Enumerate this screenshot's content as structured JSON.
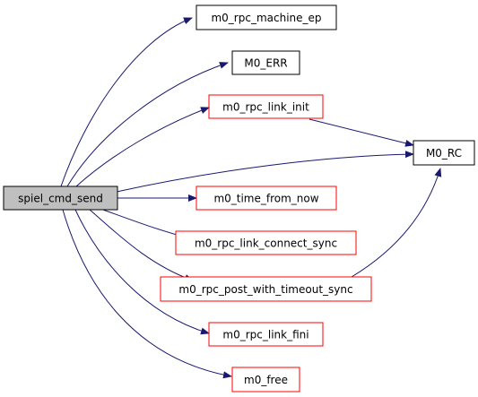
{
  "graph": {
    "colors": {
      "edge": "#191970",
      "root_fill": "#bfbfbf",
      "black_border": "#000000",
      "red_border": "#ff0000",
      "node_fill": "#ffffff"
    },
    "nodes": {
      "spiel_cmd_send": {
        "label": "spiel_cmd_send",
        "style": "root"
      },
      "m0_rpc_machine_ep": {
        "label": "m0_rpc_machine_ep",
        "style": "black"
      },
      "M0_ERR": {
        "label": "M0_ERR",
        "style": "black"
      },
      "m0_rpc_link_init": {
        "label": "m0_rpc_link_init",
        "style": "red"
      },
      "M0_RC": {
        "label": "M0_RC",
        "style": "black"
      },
      "m0_time_from_now": {
        "label": "m0_time_from_now",
        "style": "red"
      },
      "m0_rpc_link_connect_sync": {
        "label": "m0_rpc_link_connect_sync",
        "style": "red"
      },
      "m0_rpc_post_with_timeout_sync": {
        "label": "m0_rpc_post_with_timeout_sync",
        "style": "red"
      },
      "m0_rpc_link_fini": {
        "label": "m0_rpc_link_fini",
        "style": "red"
      },
      "m0_free": {
        "label": "m0_free",
        "style": "red"
      }
    },
    "edges": [
      {
        "from": "spiel_cmd_send",
        "to": "m0_rpc_machine_ep"
      },
      {
        "from": "spiel_cmd_send",
        "to": "M0_ERR"
      },
      {
        "from": "spiel_cmd_send",
        "to": "m0_rpc_link_init"
      },
      {
        "from": "spiel_cmd_send",
        "to": "M0_RC"
      },
      {
        "from": "spiel_cmd_send",
        "to": "m0_time_from_now"
      },
      {
        "from": "spiel_cmd_send",
        "to": "m0_rpc_link_connect_sync"
      },
      {
        "from": "spiel_cmd_send",
        "to": "m0_rpc_post_with_timeout_sync"
      },
      {
        "from": "spiel_cmd_send",
        "to": "m0_rpc_link_fini"
      },
      {
        "from": "spiel_cmd_send",
        "to": "m0_free"
      },
      {
        "from": "m0_rpc_link_init",
        "to": "M0_RC"
      },
      {
        "from": "m0_rpc_post_with_timeout_sync",
        "to": "M0_RC"
      }
    ]
  }
}
